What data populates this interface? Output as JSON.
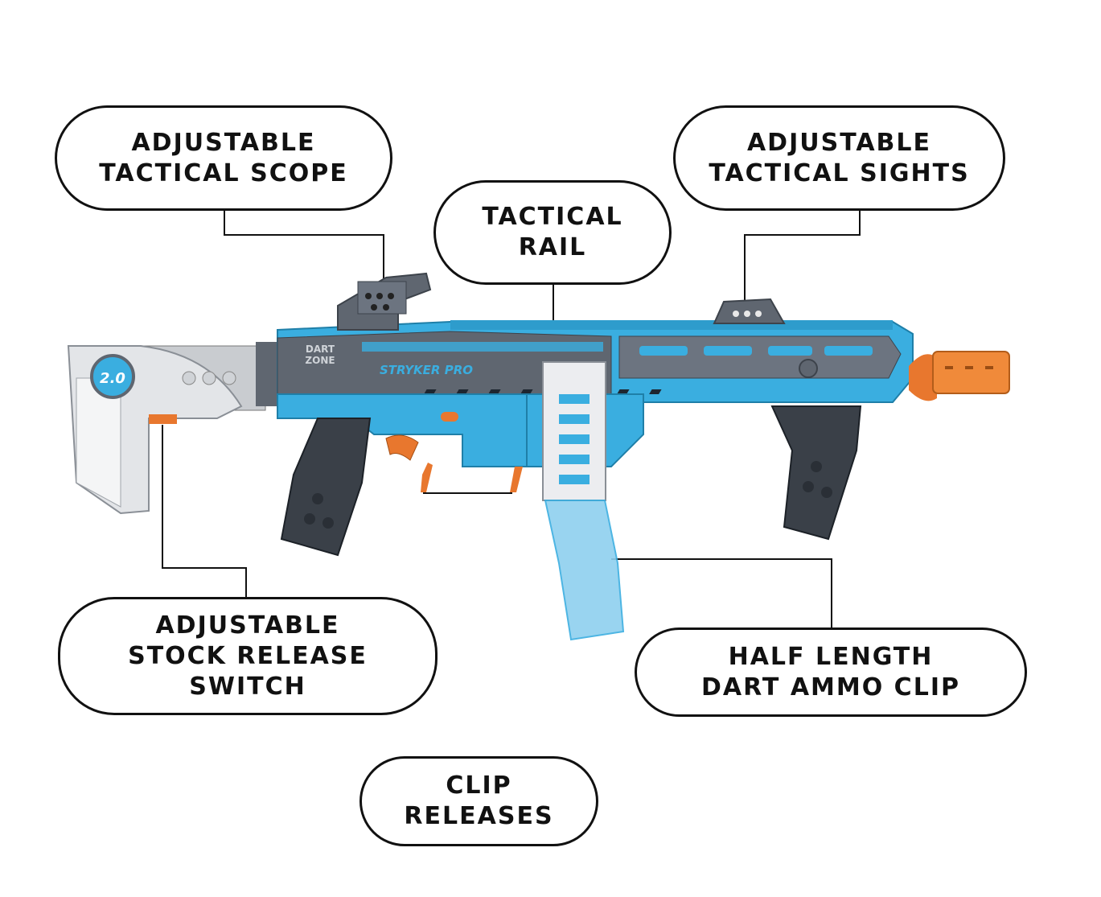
{
  "labels": {
    "scope": [
      "ADJUSTABLE",
      "TACTICAL SCOPE"
    ],
    "rail": [
      "TACTICAL",
      "RAIL"
    ],
    "sights": [
      "ADJUSTABLE",
      "TACTICAL SIGHTS"
    ],
    "stock_release": [
      "ADJUSTABLE",
      "STOCK RELEASE",
      "SWITCH"
    ],
    "clip_releases": [
      "CLIP",
      "RELEASES"
    ],
    "ammo_clip": [
      "HALF LENGTH",
      "DART AMMO CLIP"
    ]
  },
  "product": {
    "brand": [
      "DART",
      "ZONE"
    ],
    "model": "STRYKER PRO",
    "stock_badge": "2.0"
  },
  "colors": {
    "body_blue": "#3aaee0",
    "gray": "#5f6670",
    "orange": "#e8772e",
    "outline": "#111111"
  }
}
